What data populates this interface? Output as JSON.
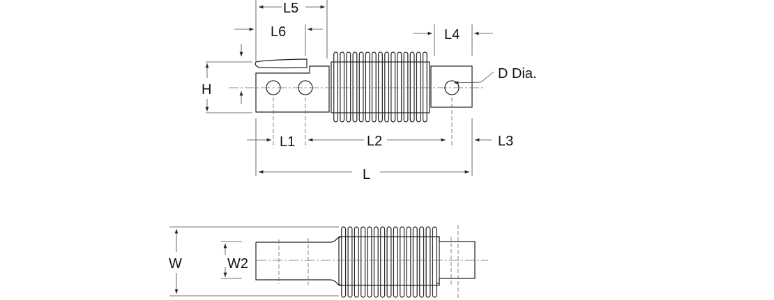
{
  "side_view": {
    "labels": {
      "L5": "L5",
      "L6": "L6",
      "L4": "L4",
      "D": "D Dia.",
      "H": "H",
      "L1": "L1",
      "L2": "L2",
      "L3": "L3",
      "L": "L"
    },
    "bellows_ribs": 15
  },
  "top_view": {
    "labels": {
      "W": "W",
      "W2": "W2"
    },
    "bellows_ribs": 15
  }
}
